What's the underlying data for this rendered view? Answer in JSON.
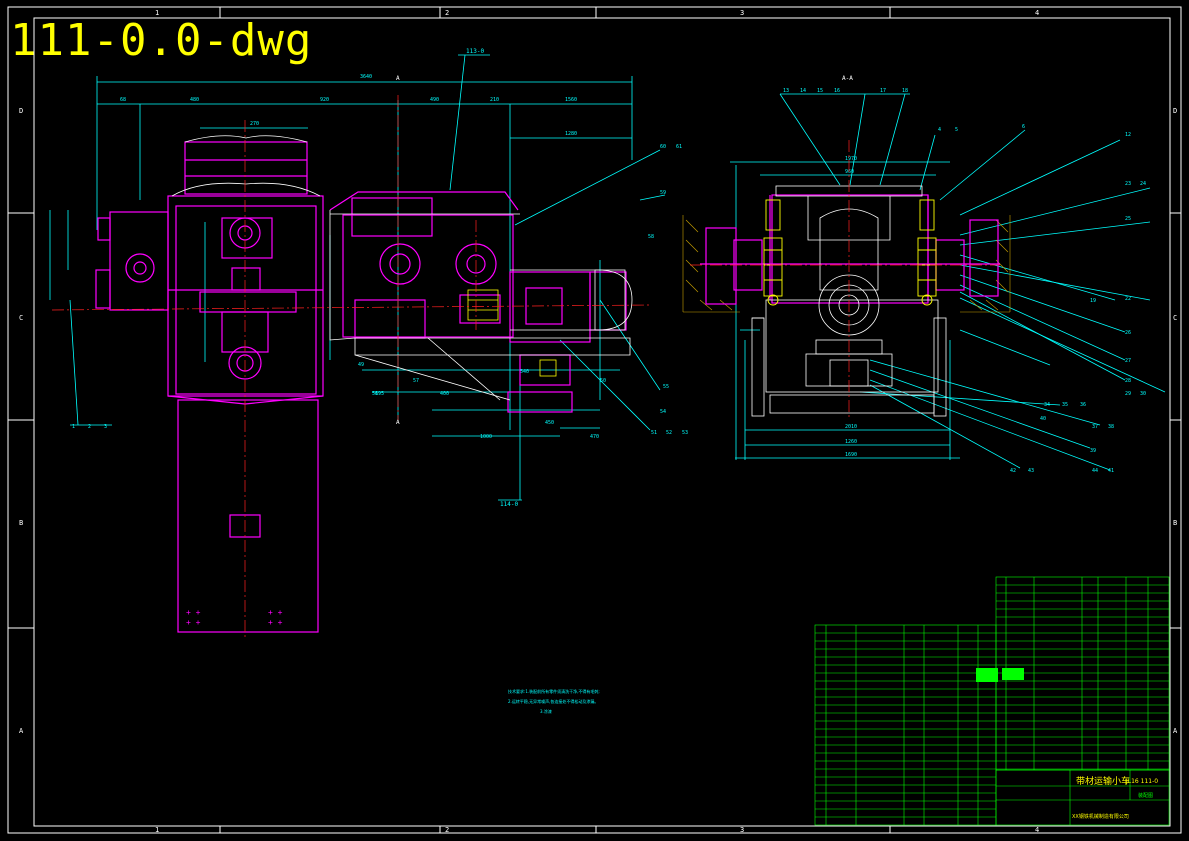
{
  "drawing": {
    "title": "111-0.0-dwg",
    "colors": {
      "background": "#000000",
      "frame": "#ffffff",
      "structure": "#ff00ff",
      "dimension": "#00ffff",
      "table": "#00ff00",
      "centerline": "#ff2020",
      "text": "#ffff00"
    }
  },
  "border": {
    "top_zones": [
      "1",
      "2",
      "3",
      "4"
    ],
    "bottom_zones": [
      "1",
      "2",
      "3",
      "4"
    ],
    "left_zones": [
      "D",
      "C",
      "B",
      "A"
    ],
    "right_zones": [
      "D",
      "C",
      "B",
      "A"
    ]
  },
  "views": {
    "front_ref_top": "113-0",
    "front_ref_bottom": "114-0",
    "section_label": "A-A",
    "section_marker": "A",
    "top_callouts": [
      "13",
      "14",
      "15",
      "16",
      "17",
      "18"
    ],
    "right_callouts": [
      "4",
      "5",
      "6",
      "12",
      "23",
      "24",
      "25",
      "19",
      "22",
      "26",
      "27",
      "28",
      "29",
      "30"
    ],
    "bottom_callouts": [
      "34",
      "35",
      "36",
      "37",
      "38",
      "39",
      "40",
      "41",
      "42",
      "43",
      "44"
    ],
    "left_callouts": [
      "1",
      "2",
      "3"
    ],
    "front_callouts": [
      "49",
      "50",
      "51",
      "52",
      "53",
      "54",
      "55",
      "56",
      "57",
      "58",
      "59",
      "60",
      "61"
    ]
  },
  "notes": {
    "line1": "技术要求:1.装配前所有零件须清洗干净,不得有毛刺;",
    "line2": "2.运转平稳,无异常噪声,各连接处不得松动及渗漏。",
    "line3": "3.涂漆"
  },
  "title_block": {
    "product_name": "带材运输小车",
    "drawing_number": "JL16 111-0",
    "sheet_label": "装配图",
    "company": "XX钢铁机械制造有限公司"
  }
}
